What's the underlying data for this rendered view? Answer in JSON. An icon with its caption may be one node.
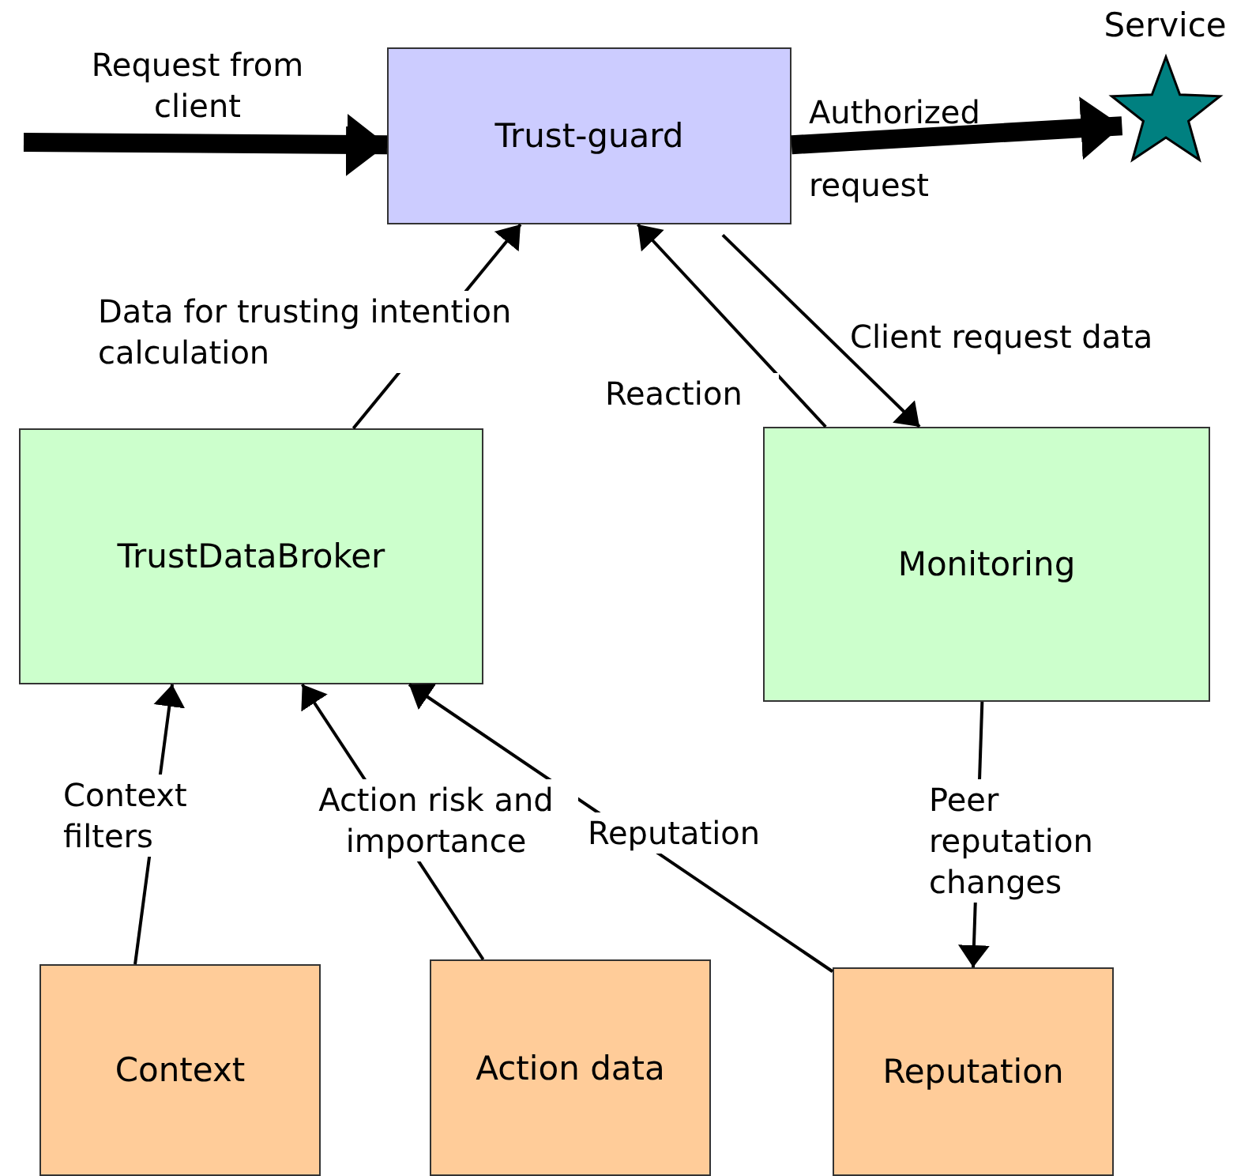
{
  "diagram": {
    "nodes": [
      {
        "text": [
          "Trust-guard"
        ]
      },
      {
        "text": [
          "Service"
        ]
      },
      {
        "text": [
          "TrustDataBroker"
        ]
      },
      {
        "text": [
          "Monitoring"
        ]
      },
      {
        "text": [
          "Context"
        ]
      },
      {
        "text": [
          "Action data"
        ]
      },
      {
        "text": [
          "Reputation"
        ]
      }
    ],
    "edges": [
      {
        "from": null,
        "to": 0,
        "arrow": "to",
        "label": "Request from client",
        "style": "thick"
      },
      {
        "from": 0,
        "to": 1,
        "arrow": "to",
        "label": "Authorized request",
        "style": "thick"
      },
      {
        "from": 2,
        "to": 0,
        "arrow": "to",
        "label": "Data for trusting intention calculation"
      },
      {
        "from": 3,
        "to": 0,
        "arrow": "to",
        "label": "Reaction"
      },
      {
        "from": 0,
        "to": 3,
        "arrow": "to",
        "label": "Client request data"
      },
      {
        "from": 4,
        "to": 2,
        "arrow": "to",
        "label": "Context filters"
      },
      {
        "from": 5,
        "to": 2,
        "arrow": "to",
        "label": "Action risk and importance"
      },
      {
        "from": 6,
        "to": 2,
        "arrow": "to",
        "label": "Reputation"
      },
      {
        "from": 3,
        "to": 6,
        "arrow": "to",
        "label": "Peer reputation changes"
      }
    ]
  }
}
